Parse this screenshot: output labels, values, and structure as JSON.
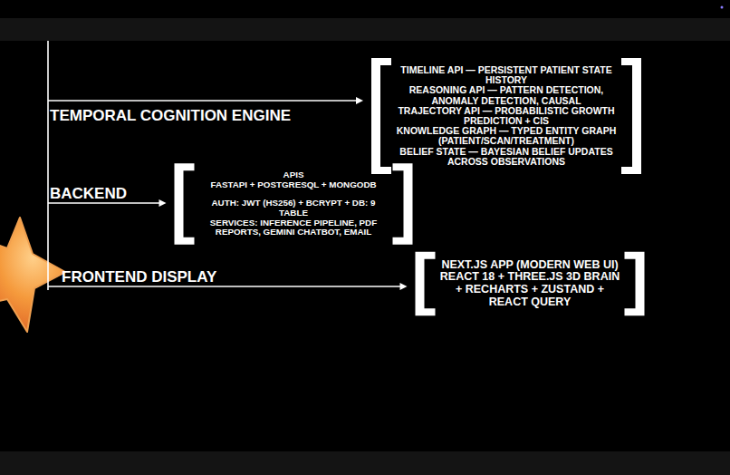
{
  "diagram": {
    "nodes": [
      {
        "text": [
          "TIMELINE API — PERSISTENT PATIENT STATE HISTORY",
          "REASONING API — PATTERN DETECTION, ANOMALY DETECTION, CAUSAL",
          "TRAJECTORY API — PROBABILISTIC GROWTH PREDICTION + CIS",
          "KNOWLEDGE GRAPH — TYPED ENTITY GRAPH (PATIENT/SCAN/TREATMENT)",
          "BELIEF STATE — BAYESIAN BELIEF UPDATES ACROSS OBSERVATIONS"
        ]
      },
      {
        "text": [
          "APIS",
          "FASTAPI + POSTGRESQL + MONGODB",
          "AUTH: JWT (HS256) + BCRYPT + DB: 9 TABLE",
          "SERVICES: INFERENCE PIPELINE, PDF REPORTS, GEMINI CHATBOT, EMAIL"
        ]
      },
      {
        "text": [
          "NEXT.JS APP (MODERN WEB UI) REACT 18 + THREE.JS 3D BRAIN + RECHARTS + ZUSTAND + REACT QUERY"
        ]
      }
    ],
    "labels": [
      "TEMPORAL COGNITION ENGINE",
      "BACKEND",
      "FRONTEND DISPLAY"
    ]
  }
}
